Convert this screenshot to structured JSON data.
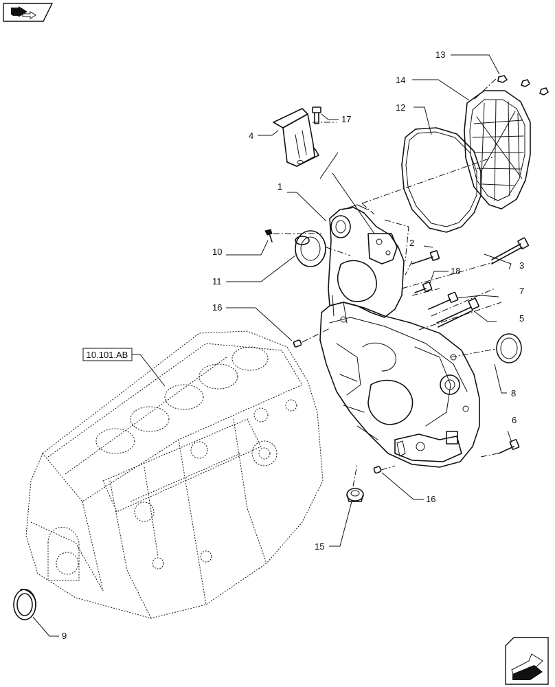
{
  "diagram": {
    "nav_icons": {
      "top_left": "page-back-icon",
      "bottom_right": "page-forward-icon"
    },
    "reference_label": "10.101.AB",
    "callouts": [
      {
        "id": "c1",
        "text": "1"
      },
      {
        "id": "c2",
        "text": "2"
      },
      {
        "id": "c3",
        "text": "3"
      },
      {
        "id": "c4",
        "text": "4"
      },
      {
        "id": "c5",
        "text": "5"
      },
      {
        "id": "c6",
        "text": "6"
      },
      {
        "id": "c7",
        "text": "7"
      },
      {
        "id": "c8",
        "text": "8"
      },
      {
        "id": "c9",
        "text": "9"
      },
      {
        "id": "c10",
        "text": "10"
      },
      {
        "id": "c11",
        "text": "11"
      },
      {
        "id": "c12",
        "text": "12"
      },
      {
        "id": "c13",
        "text": "13"
      },
      {
        "id": "c14",
        "text": "14"
      },
      {
        "id": "c15",
        "text": "15"
      },
      {
        "id": "c16a",
        "text": "16"
      },
      {
        "id": "c16b",
        "text": "16"
      },
      {
        "id": "c17",
        "text": "17"
      },
      {
        "id": "c18",
        "text": "18"
      }
    ]
  }
}
